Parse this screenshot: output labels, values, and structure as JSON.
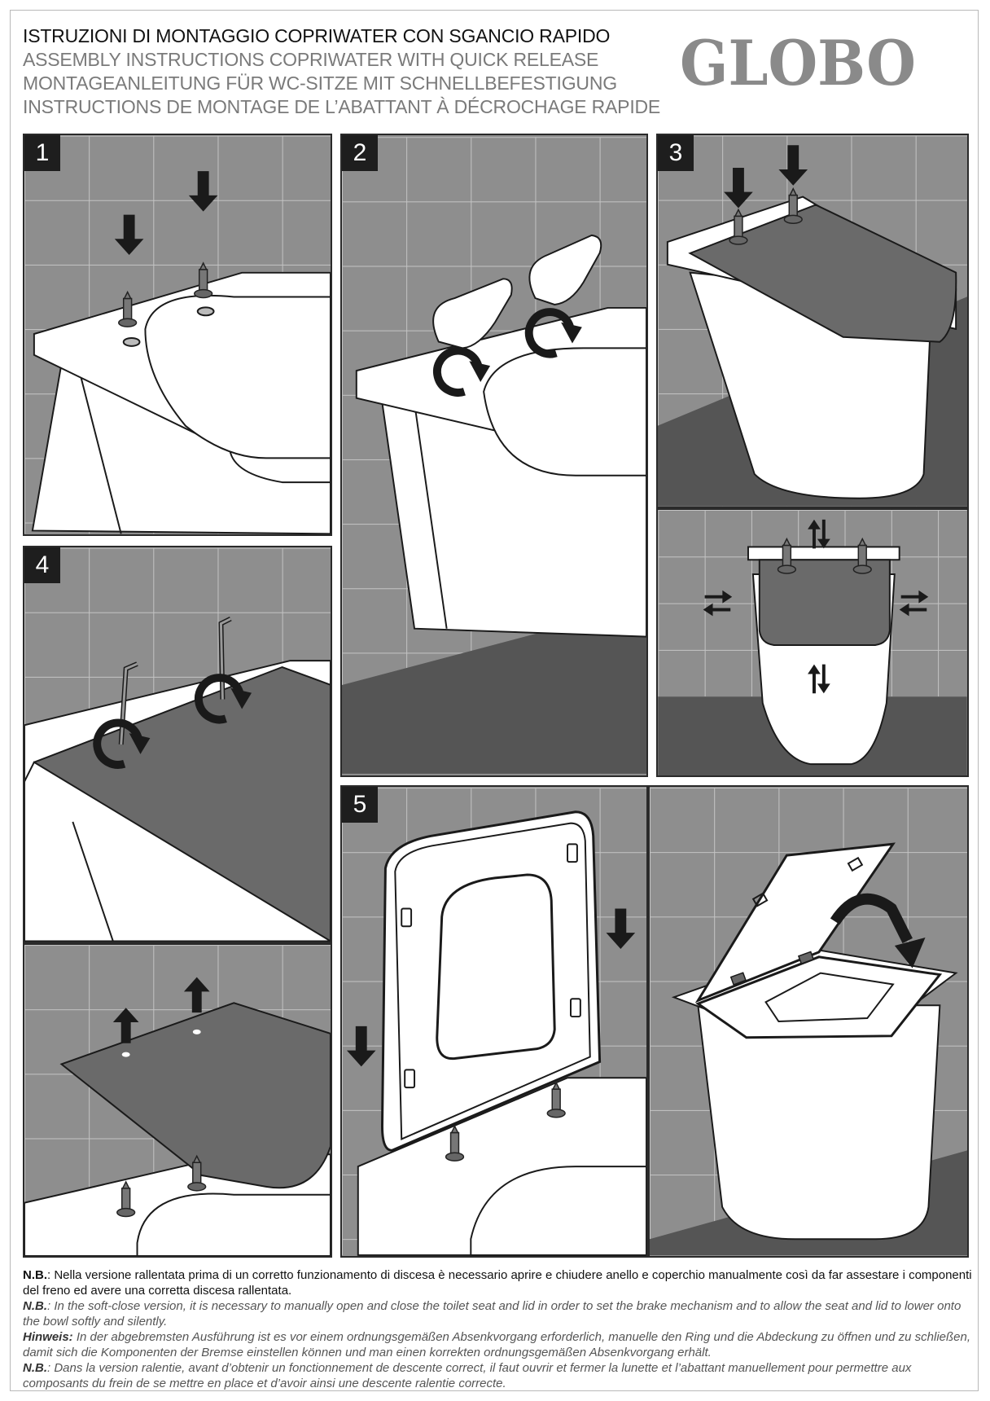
{
  "header": {
    "titles": [
      "ISTRUZIONI DI MONTAGGIO COPRIWATER CON SGANCIO RAPIDO",
      "ASSEMBLY INSTRUCTIONS COPRIWATER WITH QUICK RELEASE",
      "MONTAGEANLEITUNG FÜR WC-SITZE MIT SCHNELLBEFESTIGUNG",
      "INSTRUCTIONS DE MONTAGE DE L’ABATTANT À DÉCROCHAGE RAPIDE"
    ],
    "logo_text": "GLOBO"
  },
  "steps": {
    "s1": "1",
    "s2": "2",
    "s3": "3",
    "s4": "4",
    "s5": "5"
  },
  "notes": [
    {
      "label": "N.B.",
      "text": ": Nella versione rallentata prima di un corretto funzionamento di discesa è necessario aprire e chiudere anello e coperchio manualmente così da far assestare i componenti del freno ed avere una corretta discesa rallentata."
    },
    {
      "label": "N.B.",
      "text": ": In the soft-close version, it is necessary to manually open and close the toilet seat and lid in order to set the brake mechanism and to allow the seat and lid to lower onto the bowl softly and silently."
    },
    {
      "label": "Hinweis:",
      "text": " In der abgebremsten Ausführung ist es vor einem ordnungsgemäßen Absenkvorgang erforderlich, manuelle den Ring und die Abdeckung zu öffnen und zu schließen, damit sich die Komponenten der Bremse einstellen können und man einen korrekten ordnungsgemäßen Absenkvorgang erhält."
    },
    {
      "label": "N.B.",
      "text": ": Dans la version ralentie, avant d’obtenir un fonctionnement de descente correct, il faut ouvrir et fermer la lunette et l’abattant manuellement pour permettre aux composants du frein de se mettre en place et d’avoir ainsi une descente ralentie correcte."
    }
  ],
  "colors": {
    "tile": "#8e8e8e",
    "grout": "#c9c9c9",
    "floor": "#555555",
    "ceramic": "#ffffff",
    "line": "#1a1a1a"
  }
}
